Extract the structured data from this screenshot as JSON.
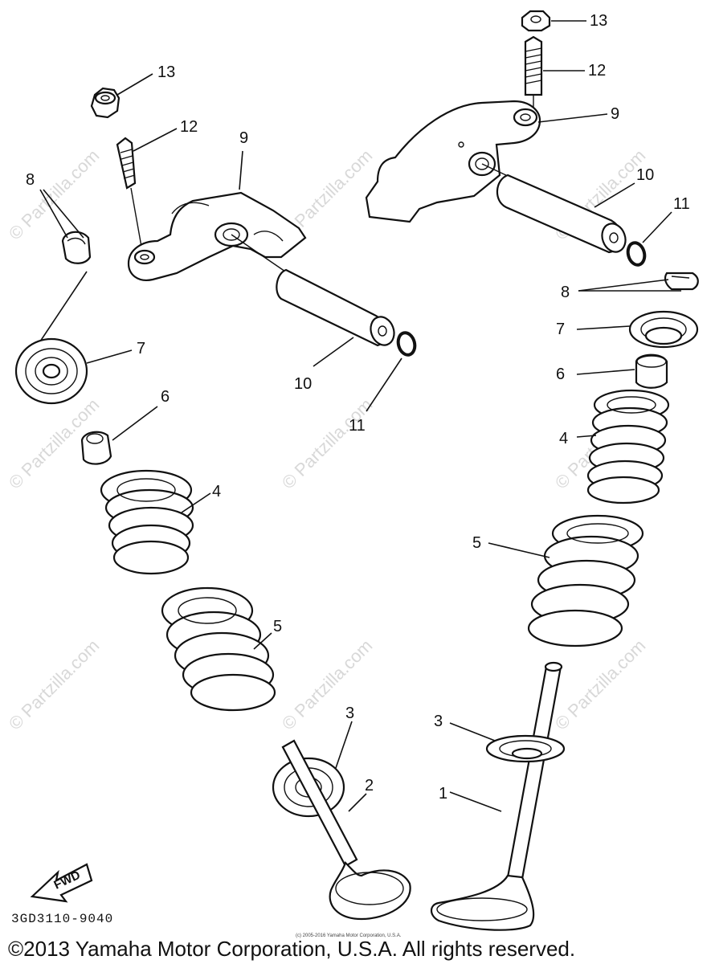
{
  "diagram": {
    "callouts": [
      {
        "id": "c13-left",
        "text": "13"
      },
      {
        "id": "c12-left",
        "text": "12"
      },
      {
        "id": "c9-left",
        "text": "9"
      },
      {
        "id": "c8-left",
        "text": "8"
      },
      {
        "id": "c7-left",
        "text": "7"
      },
      {
        "id": "c10-left",
        "text": "10"
      },
      {
        "id": "c11-left",
        "text": "11"
      },
      {
        "id": "c6-left",
        "text": "6"
      },
      {
        "id": "c4-left",
        "text": "4"
      },
      {
        "id": "c5-left",
        "text": "5"
      },
      {
        "id": "c3-left",
        "text": "3"
      },
      {
        "id": "c2",
        "text": "2"
      },
      {
        "id": "c13-right",
        "text": "13"
      },
      {
        "id": "c12-right",
        "text": "12"
      },
      {
        "id": "c9-right",
        "text": "9"
      },
      {
        "id": "c10-right",
        "text": "10"
      },
      {
        "id": "c11-right",
        "text": "11"
      },
      {
        "id": "c8-right",
        "text": "8"
      },
      {
        "id": "c7-right",
        "text": "7"
      },
      {
        "id": "c6-right",
        "text": "6"
      },
      {
        "id": "c4-right",
        "text": "4"
      },
      {
        "id": "c5-right",
        "text": "5"
      },
      {
        "id": "c3-right",
        "text": "3"
      },
      {
        "id": "c1",
        "text": "1"
      }
    ],
    "fwd_label": "FWD",
    "diagram_code": "3GD3110-9040",
    "watermark": "© Partzilla.com",
    "tiny_credit": "(c) 2005-2016 Yamaha Motor Corporation, U.S.A.",
    "copyright": "©2013 Yamaha Motor Corporation, U.S.A. All rights reserved."
  }
}
